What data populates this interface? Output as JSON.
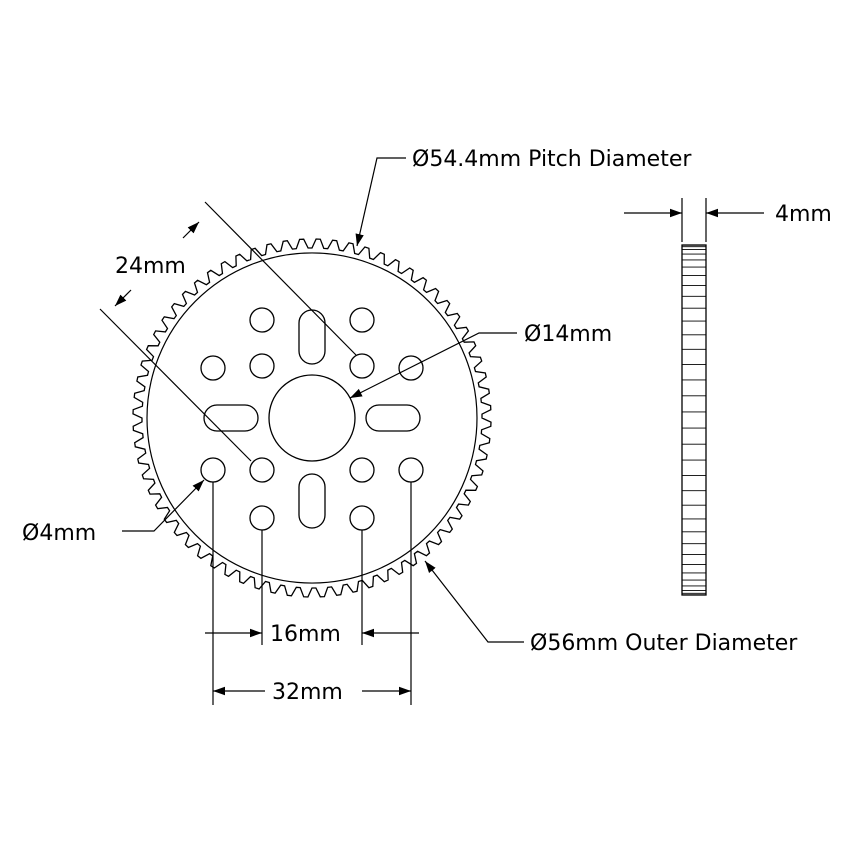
{
  "drawing": {
    "pitch_diameter_label": "Ø54.4mm Pitch Diameter",
    "thickness_label": "4mm",
    "bolt_spacing_diag_label": "24mm",
    "bore_label": "Ø14mm",
    "hole_label": "Ø4mm",
    "inner_spacing_label": "16mm",
    "outer_spacing_label": "32mm",
    "outer_diameter_label": "Ø56mm Outer Diameter"
  },
  "gear": {
    "tooth_count": 68
  },
  "colors": {
    "line": "#000000",
    "background": "#ffffff"
  }
}
